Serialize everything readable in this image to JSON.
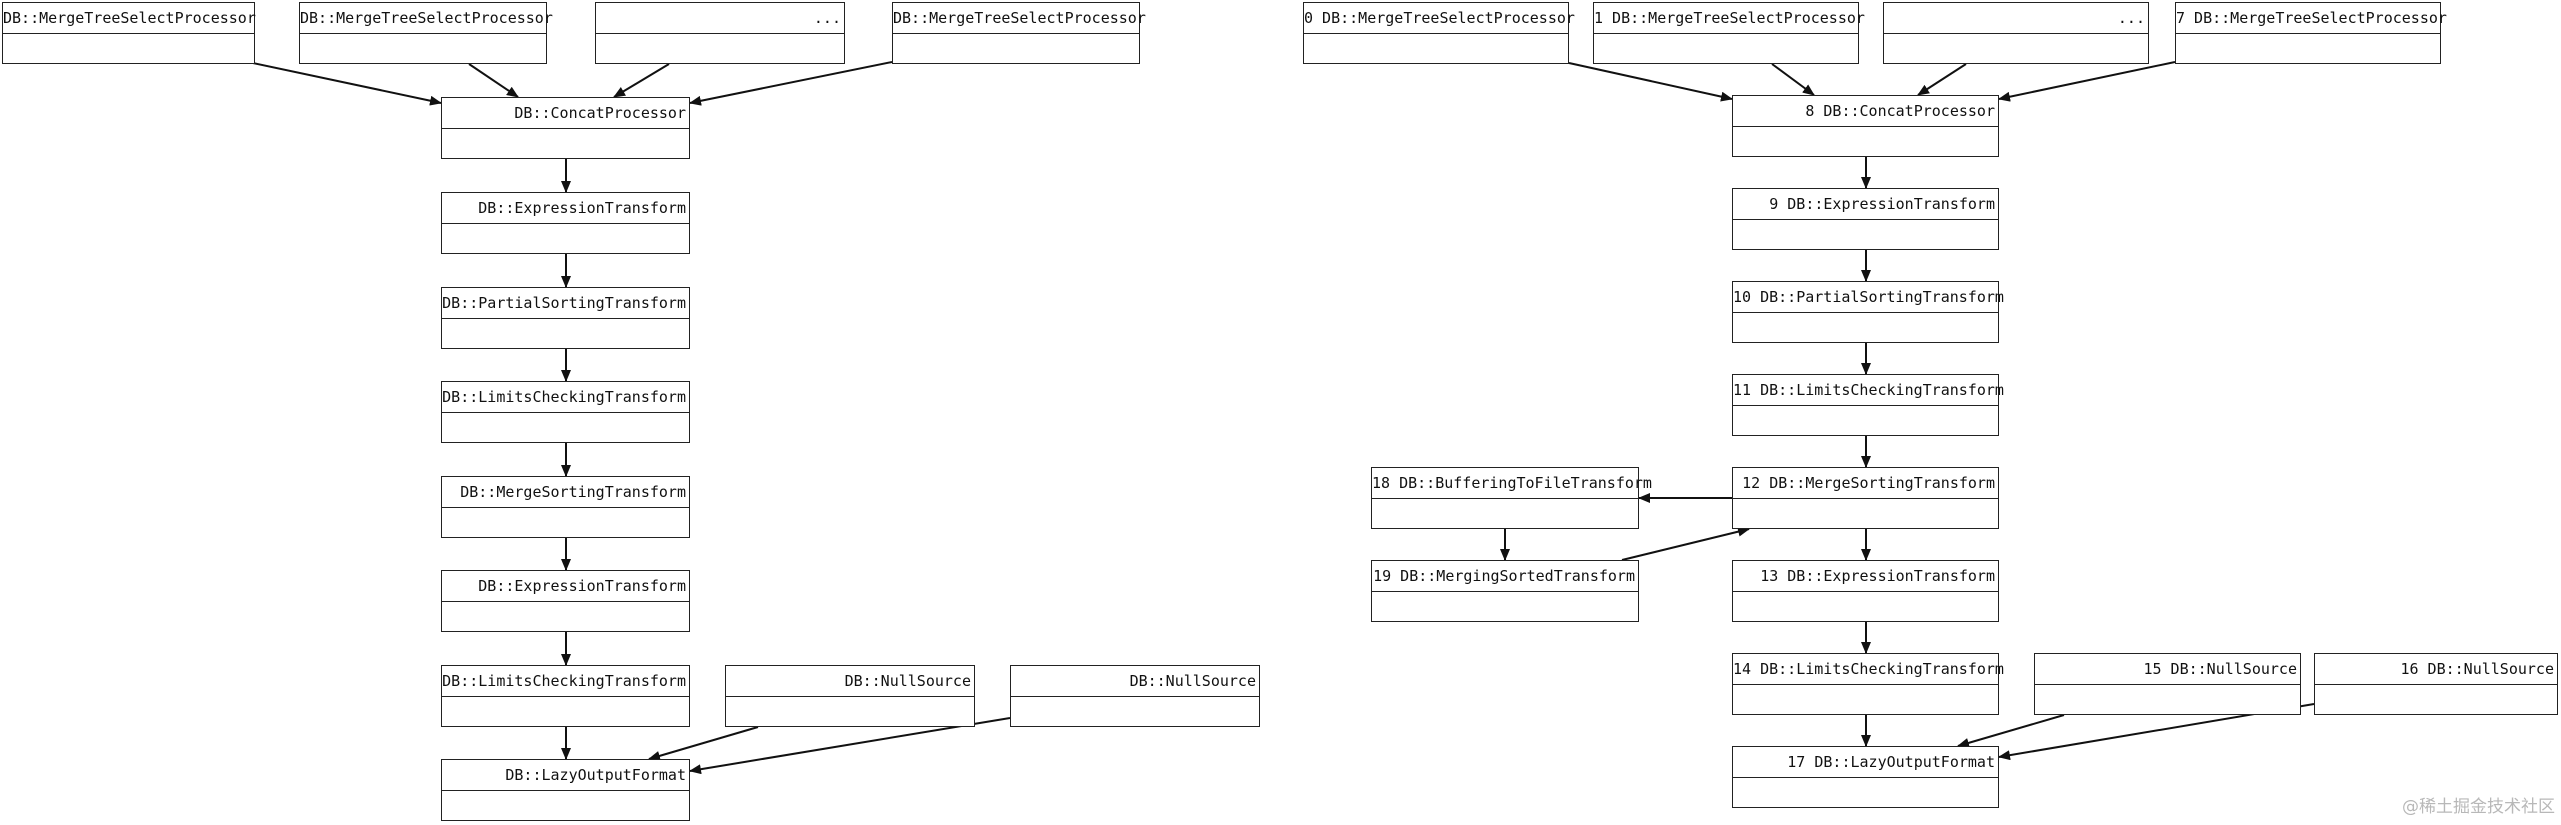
{
  "diagrams": [
    {
      "nodes": [
        {
          "id": "l_mt1",
          "label": "DB::MergeTreeSelectProcessor"
        },
        {
          "id": "l_mt2",
          "label": "DB::MergeTreeSelectProcessor"
        },
        {
          "id": "l_dots",
          "label": "..."
        },
        {
          "id": "l_mt3",
          "label": "DB::MergeTreeSelectProcessor"
        },
        {
          "id": "l_concat",
          "label": "DB::ConcatProcessor"
        },
        {
          "id": "l_expr1",
          "label": "DB::ExpressionTransform"
        },
        {
          "id": "l_partial",
          "label": "DB::PartialSortingTransform"
        },
        {
          "id": "l_limits1",
          "label": "DB::LimitsCheckingTransform"
        },
        {
          "id": "l_merge",
          "label": "DB::MergeSortingTransform"
        },
        {
          "id": "l_expr2",
          "label": "DB::ExpressionTransform"
        },
        {
          "id": "l_limits2",
          "label": "DB::LimitsCheckingTransform"
        },
        {
          "id": "l_null1",
          "label": "DB::NullSource"
        },
        {
          "id": "l_null2",
          "label": "DB::NullSource"
        },
        {
          "id": "l_lazy",
          "label": "DB::LazyOutputFormat"
        }
      ],
      "edges": [
        [
          "l_mt1",
          "l_concat"
        ],
        [
          "l_mt2",
          "l_concat"
        ],
        [
          "l_dots",
          "l_concat"
        ],
        [
          "l_mt3",
          "l_concat"
        ],
        [
          "l_concat",
          "l_expr1"
        ],
        [
          "l_expr1",
          "l_partial"
        ],
        [
          "l_partial",
          "l_limits1"
        ],
        [
          "l_limits1",
          "l_merge"
        ],
        [
          "l_merge",
          "l_expr2"
        ],
        [
          "l_expr2",
          "l_limits2"
        ],
        [
          "l_limits2",
          "l_lazy"
        ],
        [
          "l_null1",
          "l_lazy"
        ],
        [
          "l_null2",
          "l_lazy"
        ]
      ]
    },
    {
      "nodes": [
        {
          "id": "r0",
          "label": "0 DB::MergeTreeSelectProcessor"
        },
        {
          "id": "r1",
          "label": "1 DB::MergeTreeSelectProcessor"
        },
        {
          "id": "r_dots",
          "label": "..."
        },
        {
          "id": "r7",
          "label": "7 DB::MergeTreeSelectProcessor"
        },
        {
          "id": "r8",
          "label": "8 DB::ConcatProcessor"
        },
        {
          "id": "r9",
          "label": "9 DB::ExpressionTransform"
        },
        {
          "id": "r10",
          "label": "10 DB::PartialSortingTransform"
        },
        {
          "id": "r11",
          "label": "11 DB::LimitsCheckingTransform"
        },
        {
          "id": "r12",
          "label": "12 DB::MergeSortingTransform"
        },
        {
          "id": "r18",
          "label": "18 DB::BufferingToFileTransform"
        },
        {
          "id": "r19",
          "label": "19 DB::MergingSortedTransform"
        },
        {
          "id": "r13",
          "label": "13 DB::ExpressionTransform"
        },
        {
          "id": "r14",
          "label": "14 DB::LimitsCheckingTransform"
        },
        {
          "id": "r15",
          "label": "15 DB::NullSource"
        },
        {
          "id": "r16",
          "label": "16 DB::NullSource"
        },
        {
          "id": "r17",
          "label": "17 DB::LazyOutputFormat"
        }
      ],
      "edges": [
        [
          "r0",
          "r8"
        ],
        [
          "r1",
          "r8"
        ],
        [
          "r_dots",
          "r8"
        ],
        [
          "r7",
          "r8"
        ],
        [
          "r8",
          "r9"
        ],
        [
          "r9",
          "r10"
        ],
        [
          "r10",
          "r11"
        ],
        [
          "r11",
          "r12"
        ],
        [
          "r12",
          "r18"
        ],
        [
          "r18",
          "r19"
        ],
        [
          "r19",
          "r12"
        ],
        [
          "r12",
          "r13"
        ],
        [
          "r13",
          "r14"
        ],
        [
          "r14",
          "r17"
        ],
        [
          "r15",
          "r17"
        ],
        [
          "r16",
          "r17"
        ]
      ]
    }
  ],
  "watermark": "@稀土掘金技术社区",
  "colors": {
    "stroke": "#111111",
    "border": "#222222",
    "watermark": "#b8b8b8"
  }
}
